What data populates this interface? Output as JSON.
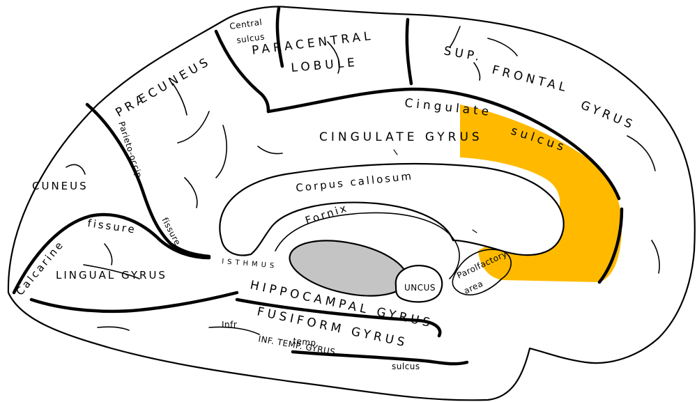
{
  "colors": {
    "highlight": "#FFBA00",
    "thalamus": "#C4C4C4",
    "stroke": "#000000",
    "background": "#FFFFFF"
  },
  "labels": {
    "central_sulcus_line1": "Central",
    "central_sulcus_line2": "sulcus",
    "paracentral_line1": "PARACENTRAL",
    "paracentral_line2": "LOBULE",
    "sup_frontal_a": "SUP.",
    "sup_frontal_b": "FRONTAL",
    "sup_frontal_c": "GYRUS",
    "praecuneus": "PRÆCUNEUS",
    "cingulate_sulcus_a": "Cingulate",
    "cingulate_sulcus_b": "sulcus",
    "cingulate_gyrus": "CINGULATE GYRUS",
    "parieto_occip": "Parieto-occip.",
    "cuneus": "CUNEUS",
    "corpus_callosum": "Corpus callosum",
    "fornix": "Fornix",
    "fissure": "fissure",
    "calcarine_a": "Calcarine",
    "calcarine_b": "fissure",
    "isthmus": "ISTHMUS",
    "lingual_gyrus": "LINGUAL GYRUS",
    "hippocampal_gyrus": "HIPPOCAMPAL GYRUS",
    "uncus": "UNCUS",
    "parolfactory_line1": "Parolfactory",
    "parolfactory_line2": "area",
    "fusiform_gyrus": "FUSIFORM GYRUS",
    "infr_temp_a": "Infr",
    "infr_temp_b": "temp.",
    "inf_temp_gyrus": "INF. TEMP. GYRUS",
    "infr_temp_sulcus": "sulcus"
  }
}
